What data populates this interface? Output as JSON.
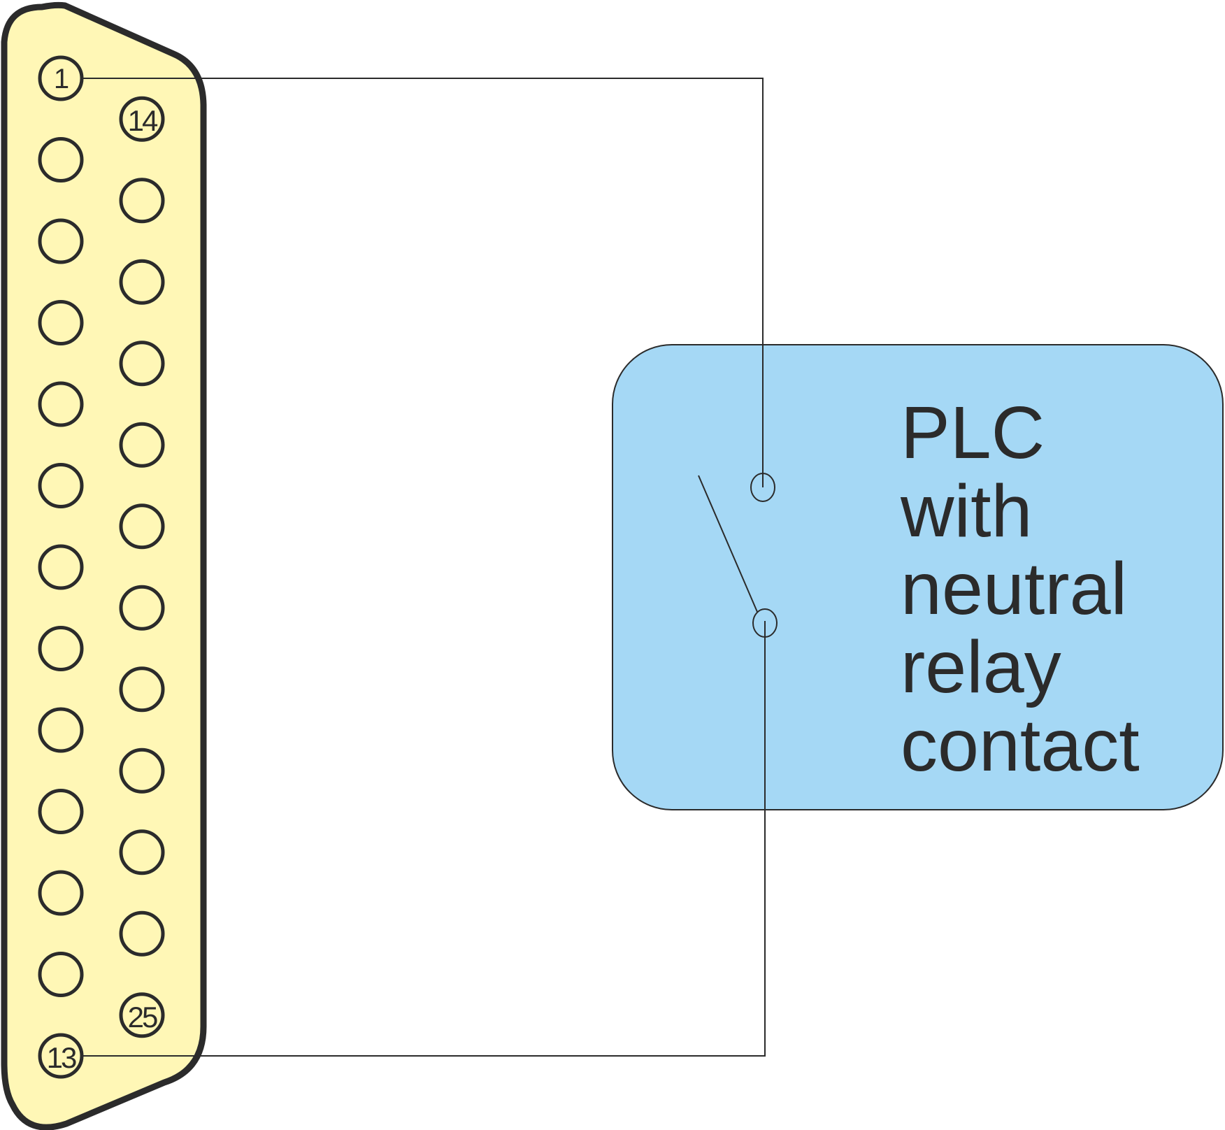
{
  "connector": {
    "labels": {
      "pin1": "1",
      "pin14": "14",
      "pin25": "25",
      "pin13": "13"
    },
    "top_row_pins": [
      1,
      2,
      3,
      4,
      5,
      6,
      7,
      8,
      9,
      10,
      11,
      12,
      13
    ],
    "bottom_row_pins": [
      14,
      15,
      16,
      17,
      18,
      19,
      20,
      21,
      22,
      23,
      24,
      25
    ]
  },
  "plc": {
    "lines": [
      "PLC",
      "with",
      "neutral",
      "relay",
      "contact"
    ]
  },
  "colors": {
    "connector_fill": "#FFF7B6",
    "connector_stroke": "#2b2b2b",
    "plc_fill": "#A5D8F5",
    "wire": "#2b2b2b"
  }
}
